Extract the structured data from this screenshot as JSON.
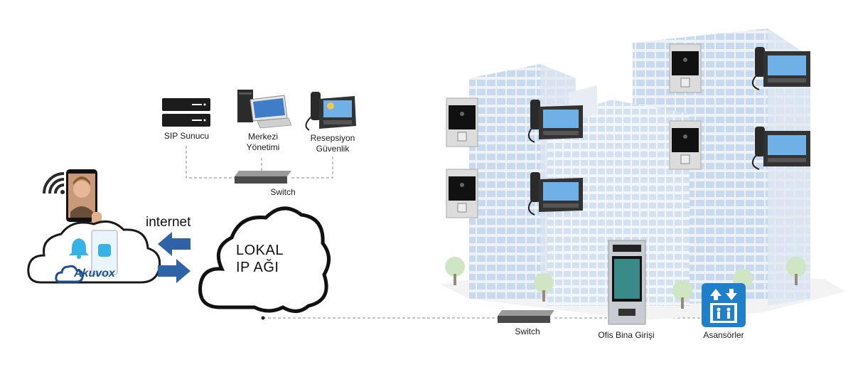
{
  "labels": {
    "sip_server": "SIP Sunucu",
    "central_mgmt_line1": "Merkezi",
    "central_mgmt_line2": "Yönetimi",
    "reception_line1": "Resepsiyon",
    "reception_line2": "Güvenlik",
    "switch_top": "Switch",
    "internet": "internet",
    "cloud_line1": "LOKAL",
    "cloud_line2": "IP AĞI",
    "switch_bottom": "Switch",
    "office_entrance": "Ofis Bina Girişi",
    "elevators": "Asansörler",
    "brand": "Akuvox"
  },
  "colors": {
    "arrow_blue": "#2f63a8",
    "elevator_blue": "#1f7fc9",
    "brand_blue": "#1d4f91",
    "building_glass": "#c9d9ee",
    "building_frame": "#eef2f7"
  },
  "icons": [
    "server-icon",
    "computer-icon",
    "desk-phone-icon",
    "network-switch-icon",
    "wifi-icon",
    "smartphone-icon",
    "bell-icon",
    "arrow-left-icon",
    "arrow-right-icon",
    "cloud-icon",
    "door-phone-icon",
    "indoor-monitor-icon",
    "elevator-icon",
    "tree-icon"
  ]
}
